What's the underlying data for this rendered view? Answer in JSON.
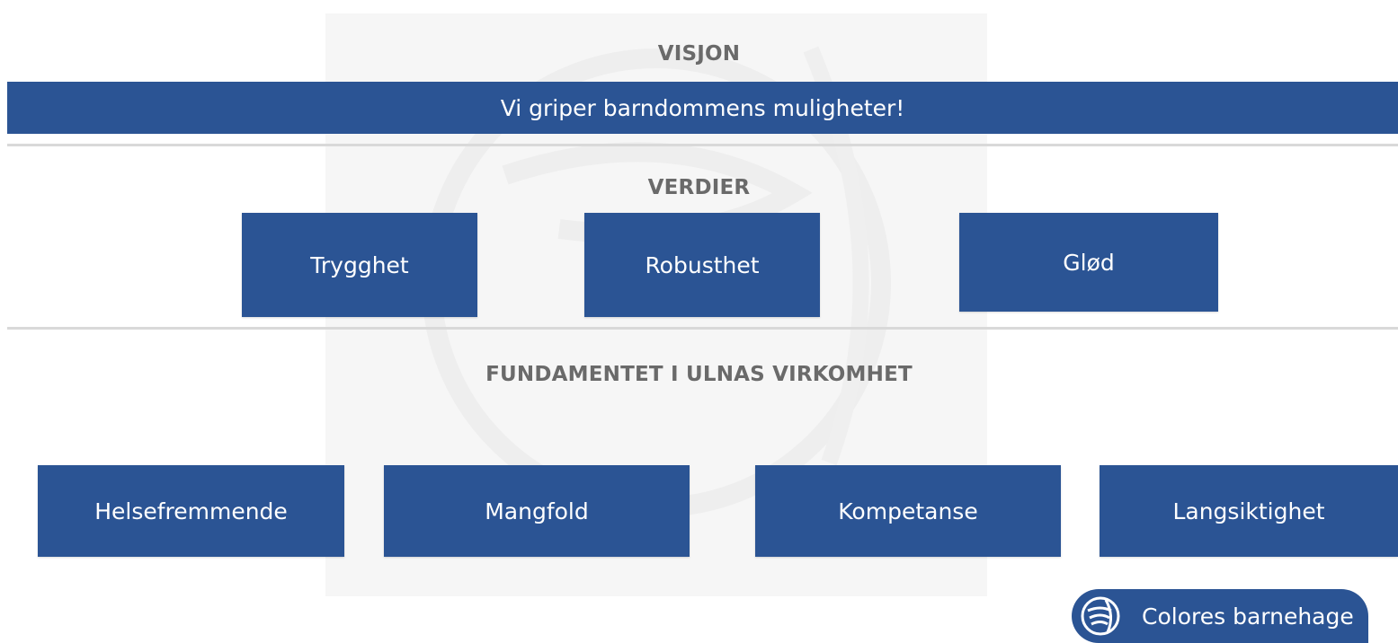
{
  "vision": {
    "heading": "VISJON",
    "statement": "Vi griper barndommens muligheter!"
  },
  "values": {
    "heading": "VERDIER",
    "items": [
      "Trygghet",
      "Robusthet",
      "Glød"
    ]
  },
  "foundation": {
    "heading": "FUNDAMENTET I ULNAS VIRKOMHET",
    "items": [
      "Helsefremmende",
      "Mangfold",
      "Kompetanse",
      "Langsiktighet"
    ]
  },
  "badge": {
    "label": "Colores barnehage",
    "icon": "colores-logo-icon"
  },
  "colors": {
    "box_blue": "#2b5494",
    "heading_gray": "#6a6a6a",
    "divider_gray": "#d9d9d9"
  }
}
